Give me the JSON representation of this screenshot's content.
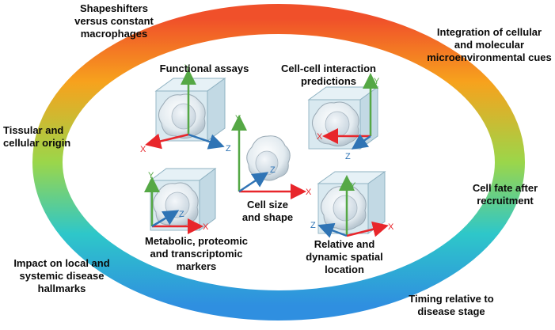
{
  "ring_labels": {
    "shapeshifters": [
      "Shapeshifters",
      "versus constant",
      "macrophages"
    ],
    "integration": [
      "Integration of cellular",
      "and molecular",
      "microenvironmental cues"
    ],
    "tissular": [
      "Tissular and",
      "cellular origin"
    ],
    "cell_fate": [
      "Cell fate after",
      "recruitment"
    ],
    "impact": [
      "Impact on local and",
      "systemic disease",
      "hallmarks"
    ],
    "timing": [
      "Timing relative to",
      "disease stage"
    ]
  },
  "inner_labels": {
    "functional": "Functional assays",
    "interaction": [
      "Cell-cell interaction",
      "predictions"
    ],
    "cell_size": [
      "Cell size",
      "and shape"
    ],
    "metabolic": [
      "Metabolic, proteomic",
      "and transcriptomic",
      "markers"
    ],
    "spatial": [
      "Relative and",
      "dynamic spatial",
      "location"
    ]
  },
  "axis_letters": {
    "x": "X",
    "y": "Y",
    "z": "Z"
  },
  "colors": {
    "ring_gradient": [
      "#f0502a",
      "#f7a21d",
      "#9bd64a",
      "#2ec7c9",
      "#2f8fe0"
    ],
    "axis_x": "#e8262b",
    "axis_y": "#55a845",
    "axis_z": "#2f74b5",
    "cube": "#cfe4ee",
    "cell": "#e8eef2"
  }
}
